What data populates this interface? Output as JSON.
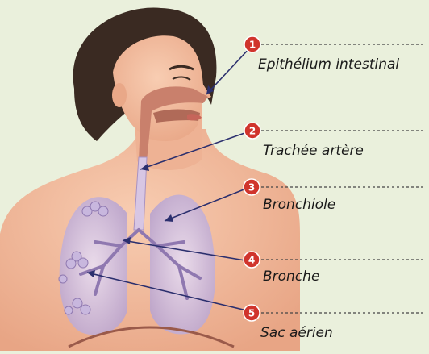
{
  "labels": [
    {
      "number": "1",
      "text": "Epithélium intestinal"
    },
    {
      "number": "2",
      "text": "Trachée artère"
    },
    {
      "number": "3",
      "text": "Bronchiole"
    },
    {
      "number": "4",
      "text": "Bronche"
    },
    {
      "number": "5",
      "text": "Sac aérien"
    }
  ],
  "colors": {
    "background": "#eaf0dc",
    "skin": "#f2bca0",
    "hair": "#3a2a22",
    "lung": "#d8c8e6",
    "marker": "#d0342c",
    "leader": "#2b2f6e"
  }
}
